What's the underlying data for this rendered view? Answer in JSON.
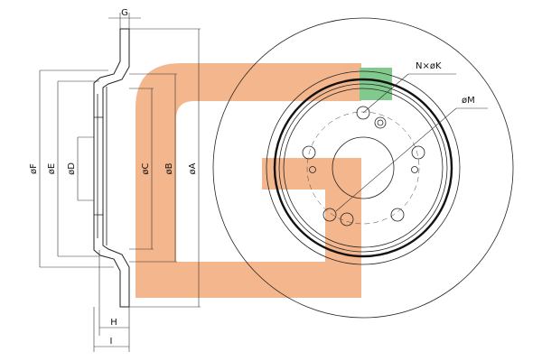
{
  "drawing": {
    "side_view_labels": {
      "g": "G",
      "f": "øF",
      "e": "øE",
      "d": "øD",
      "c": "øC",
      "b": "øB",
      "a": "øA",
      "h": "H",
      "i": "I"
    },
    "front_view_labels": {
      "bolt_holes": "N×øK",
      "m": "øM"
    },
    "watermark": {
      "orange": "#f2a978",
      "green": "#6cc07a"
    }
  }
}
